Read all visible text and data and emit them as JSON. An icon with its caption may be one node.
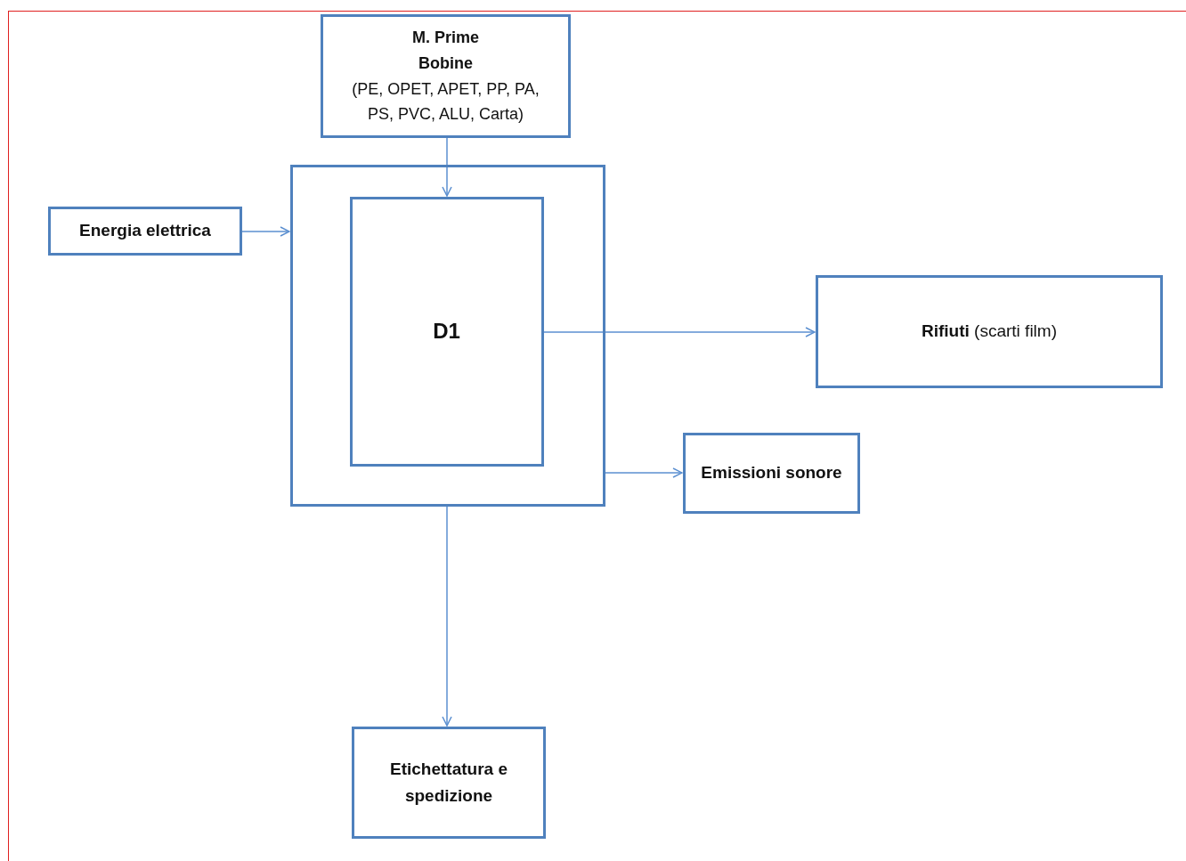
{
  "diagram": {
    "nodes": [
      {
        "text": [
          "M. Prime Bobine",
          "(PE, OPET, APET, PP, PA, PS, PVC, ALU, Carta)"
        ]
      },
      {
        "text": [
          "Energia elettrica"
        ]
      },
      {
        "text": [],
        "shape": "box"
      },
      {
        "text": [
          "D1"
        ],
        "in": 2
      },
      {
        "text": [
          "**Rifiuti** (scarti film)"
        ]
      },
      {
        "text": [
          "Emissioni sonore"
        ]
      },
      {
        "text": [
          "Etichettatura e spedizione"
        ]
      }
    ],
    "edges": [
      {
        "from": 0,
        "to": 3,
        "arrow": "to"
      },
      {
        "from": 1,
        "to": 2,
        "arrow": "to"
      },
      {
        "from": 3,
        "to": 4,
        "arrow": "to"
      },
      {
        "from": 2,
        "to": 5,
        "arrow": "to"
      },
      {
        "from": 2,
        "to": 6,
        "arrow": "to"
      }
    ]
  }
}
